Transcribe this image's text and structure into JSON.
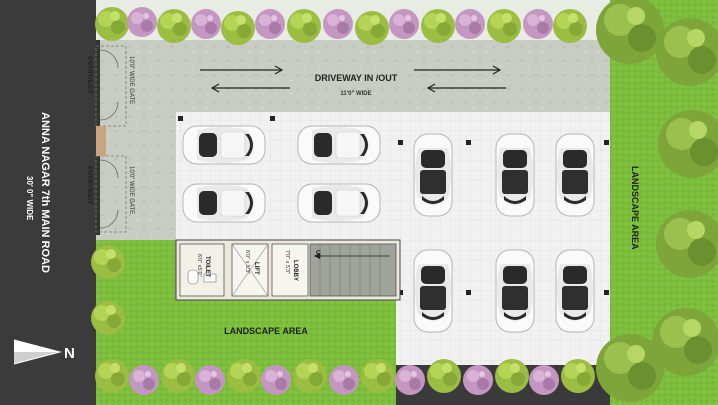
{
  "road": {
    "name": "ANNA NAGAR 7th MAIN ROAD",
    "width": "30' 0\" WIDE"
  },
  "north_label": "N",
  "gates": [
    {
      "entry_label": "ENTRY/EXIT",
      "gate_label": "10'0\" WIDE GATE"
    },
    {
      "entry_label": "ENTRY/EXIT",
      "gate_label": "10'0\" WIDE GATE"
    }
  ],
  "driveway": {
    "title": "DRIVEWAY IN /OUT",
    "width": "11'0\" WIDE"
  },
  "rooms": {
    "toilet": {
      "name": "TOILET",
      "size": "6'0\" x5'0\""
    },
    "lift": {
      "name": "LIFT",
      "size": "6'0\" x 5'3\""
    },
    "lobby": {
      "name": "LOBBY",
      "size": "7'0\" x 5'3\""
    },
    "stair_label": "UP"
  },
  "landscape": {
    "bottom": "LANDSCAPE AREA",
    "right": "LANDSCAPE AREA"
  },
  "cars": {
    "horizontal_count": 4,
    "vertical_count": 6
  },
  "colors": {
    "road": "#3a3a3a",
    "grass": "#7fbf3f",
    "paving": "#eeeeee",
    "driveway": "#c9cdc4",
    "hedge_green": "#a6c64a",
    "hedge_pink": "#c79ac4"
  }
}
